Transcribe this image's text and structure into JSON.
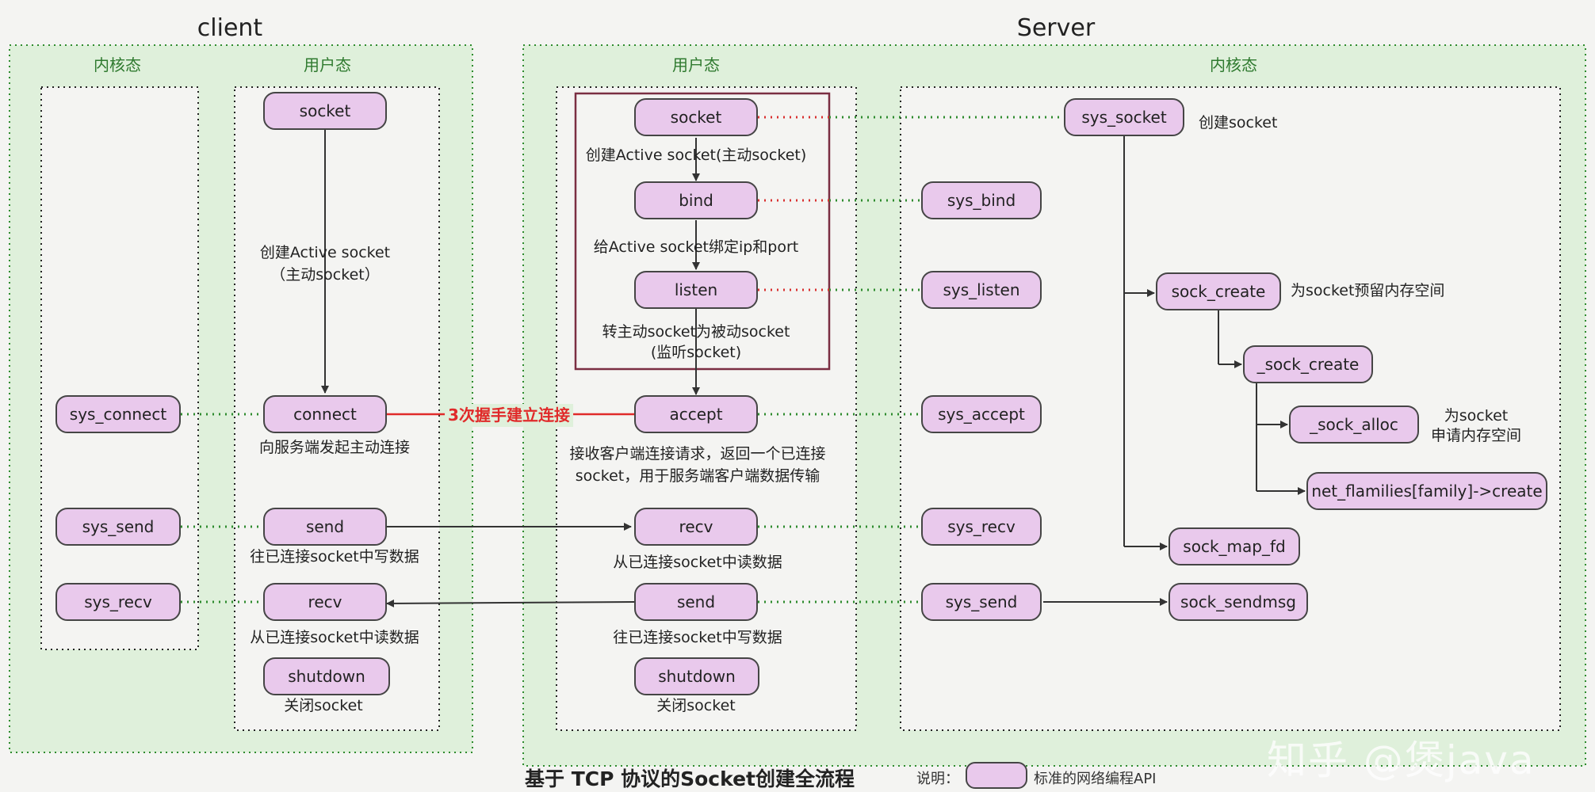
{
  "headers": {
    "client": "client",
    "server": "Server"
  },
  "sections": {
    "client_kernel": "内核态",
    "client_user": "用户态",
    "server_user": "用户态",
    "server_kernel": "内核态"
  },
  "nodes": {
    "c_socket": "socket",
    "c_connect": "connect",
    "c_send": "send",
    "c_recv": "recv",
    "c_shutdown": "shutdown",
    "ck_connect": "sys_connect",
    "ck_send": "sys_send",
    "ck_recv": "sys_recv",
    "s_socket": "socket",
    "s_bind": "bind",
    "s_listen": "listen",
    "s_accept": "accept",
    "s_recv": "recv",
    "s_send": "send",
    "s_shutdown": "shutdown",
    "sk_socket": "sys_socket",
    "sk_bind": "sys_bind",
    "sk_listen": "sys_listen",
    "sk_accept": "sys_accept",
    "sk_recv": "sys_recv",
    "sk_send": "sys_send",
    "sock_create": "sock_create",
    "_sock_create": "_sock_create",
    "_sock_alloc": "_sock_alloc",
    "net_families": "net_flamilies[family]->create",
    "sock_map_fd": "sock_map_fd",
    "sock_sendmsg": "sock_sendmsg"
  },
  "labels": {
    "c_socket_desc_1": "创建Active socket",
    "c_socket_desc_2": "（主动socket）",
    "c_connect_desc": "向服务端发起主动连接",
    "c_send_desc": "往已连接socket中写数据",
    "c_recv_desc": "从已连接socket中读数据",
    "c_shutdown_desc": "关闭socket",
    "handshake": "3次握手建立连接",
    "s_socket_desc": "创建Active socket(主动socket)",
    "s_bind_desc": "给Active socket绑定ip和port",
    "s_listen_desc_1": "转主动socket为被动socket",
    "s_listen_desc_2": "(监听socket)",
    "s_accept_desc_1": "接收客户端连接请求，返回一个已连接",
    "s_accept_desc_2": "socket，用于服务端客户端数据传输",
    "s_recv_desc": "从已连接socket中读数据",
    "s_send_desc": "往已连接socket中写数据",
    "s_shutdown_desc": "关闭socket",
    "sys_socket_desc": "创建socket",
    "sock_create_desc": "为socket预留内存空间",
    "sock_alloc_desc_1": "为socket",
    "sock_alloc_desc_2": "申请内存空间"
  },
  "caption": "基于 TCP 协议的Socket创建全流程",
  "legend": {
    "prefix": "说明：",
    "text": "标准的网络编程API"
  },
  "watermark": "知乎 @煲java",
  "colors": {
    "node_fill": "#e9c9ec",
    "panel_green": "#dff0db",
    "dotted_green": "#2e8b2e",
    "dotted_red": "#d93030",
    "handshake_red": "#e02a2a"
  }
}
